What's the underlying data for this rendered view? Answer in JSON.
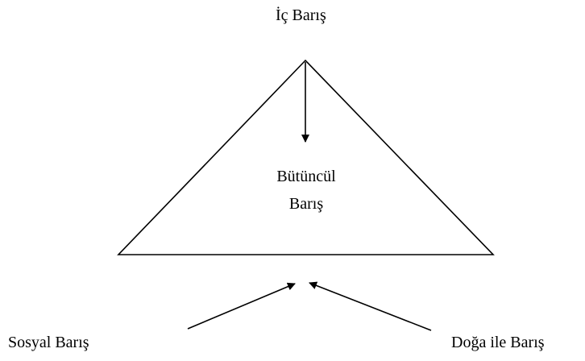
{
  "diagram": {
    "top_label": "İç Barış",
    "center_label_line1": "Bütüncül",
    "center_label_line2": "Barış",
    "left_label": "Sosyal Barış",
    "right_label": "Doğa ile Barış",
    "stroke_color": "#000000",
    "background_color": "#ffffff"
  }
}
